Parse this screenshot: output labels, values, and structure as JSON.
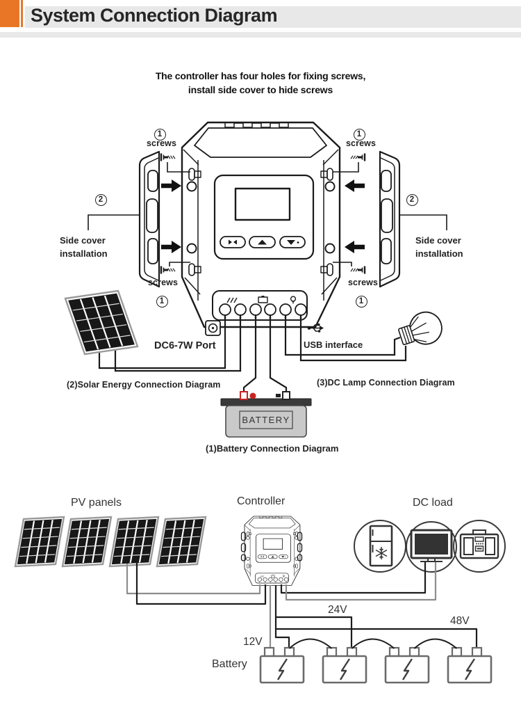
{
  "header": {
    "title": "System Connection Diagram"
  },
  "intro": {
    "line1": "The controller has four holes for fixing screws,",
    "line2": "install side cover to hide screws"
  },
  "installation": {
    "step1_num": "1",
    "screws_label": "screws",
    "step2_num": "2",
    "side_cover_line1": "Side cover",
    "side_cover_line2": "installation"
  },
  "ports": {
    "dc_port_label": "DC6-7W Port",
    "usb_label": "USB interface"
  },
  "captions": {
    "battery": "(1)Battery Connection Diagram",
    "solar": "(2)Solar Energy Connection Diagram",
    "lamp": "(3)DC Lamp Connection Diagram"
  },
  "battery_box_label": "BATTERY",
  "system": {
    "pv_label": "PV panels",
    "controller_label": "Controller",
    "dc_load_label": "DC load",
    "battery_label": "Battery",
    "v12": "12V",
    "v24": "24V",
    "v48": "48V"
  },
  "icons": {
    "solar_terminal": "solar-panel-icon",
    "battery_terminal": "battery-icon",
    "lamp_terminal": "lamp-icon",
    "usb": "usb-icon",
    "dc_port": "dc-port-icon",
    "screw": "screw-icon",
    "arrow": "arrow-icon",
    "fridge": "fridge-icon",
    "tv": "tv-icon",
    "stereo": "stereo-icon",
    "snowflake": "snowflake-icon",
    "lightning": "lightning-icon"
  },
  "colors": {
    "accent_orange": "#E97626",
    "header_band": "#E8E8E8",
    "line_dark": "#1A1A1A",
    "wire_gray": "#8D8D8D",
    "battery_body": "#C9C9C9",
    "battery_top": "#3A3A3A",
    "terminal_red": "#CC2222"
  }
}
